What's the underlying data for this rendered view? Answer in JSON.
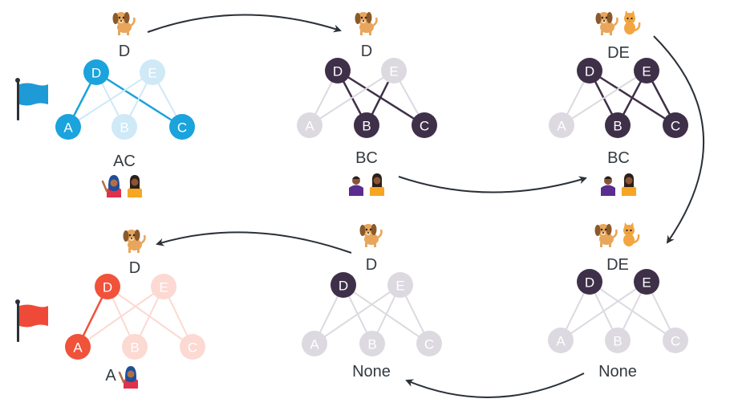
{
  "colors": {
    "blue": "#1aa3dc",
    "blue_light": "#cfe9f6",
    "dark": "#3f3049",
    "grey": "#ddd9e0",
    "red": "#f0523a",
    "red_light": "#fcd9d2",
    "arrow": "#2b3138",
    "flag_blue": "#1e9ad6",
    "flag_red": "#ef4a37"
  },
  "icons": [
    "dog-icon",
    "cat-icon",
    "people-icon",
    "flag-icon"
  ],
  "panels": [
    {
      "id": "p1",
      "top_label": "D",
      "top_icons": [
        "dog"
      ],
      "bottom_label": "AC",
      "bottom_icons": [
        "person-hijab",
        "person-woman"
      ],
      "flag": "blue",
      "nodes": {
        "D": "blue",
        "E": "blue_light",
        "A": "blue",
        "B": "blue_light",
        "C": "blue"
      },
      "edges": [
        [
          "D",
          "A",
          "blue"
        ],
        [
          "D",
          "C",
          "blue"
        ],
        [
          "D",
          "B",
          "blue_light"
        ],
        [
          "E",
          "A",
          "blue_light"
        ],
        [
          "E",
          "B",
          "blue_light"
        ],
        [
          "E",
          "C",
          "blue_light"
        ]
      ]
    },
    {
      "id": "p2",
      "top_label": "D",
      "top_icons": [
        "dog"
      ],
      "bottom_label": "BC",
      "bottom_icons": [
        "person-man",
        "person-woman"
      ],
      "nodes": {
        "D": "dark",
        "E": "grey",
        "A": "grey",
        "B": "dark",
        "C": "dark"
      },
      "edges": [
        [
          "D",
          "A",
          "grey"
        ],
        [
          "D",
          "B",
          "dark"
        ],
        [
          "D",
          "C",
          "dark"
        ],
        [
          "E",
          "A",
          "grey"
        ],
        [
          "E",
          "B",
          "dark"
        ],
        [
          "E",
          "C",
          "grey"
        ]
      ]
    },
    {
      "id": "p3",
      "top_label": "DE",
      "top_icons": [
        "dog",
        "cat"
      ],
      "bottom_label": "BC",
      "bottom_icons": [
        "person-man",
        "person-woman"
      ],
      "nodes": {
        "D": "dark",
        "E": "dark",
        "A": "grey",
        "B": "dark",
        "C": "dark"
      },
      "edges": [
        [
          "D",
          "A",
          "grey"
        ],
        [
          "D",
          "B",
          "dark"
        ],
        [
          "D",
          "C",
          "dark"
        ],
        [
          "E",
          "A",
          "grey"
        ],
        [
          "E",
          "B",
          "dark"
        ],
        [
          "E",
          "C",
          "dark"
        ]
      ]
    },
    {
      "id": "p4",
      "top_label": "D",
      "top_icons": [
        "dog"
      ],
      "bottom_label": "A",
      "bottom_icons": [
        "person-hijab"
      ],
      "flag": "red",
      "nodes": {
        "D": "red",
        "E": "red_light",
        "A": "red",
        "B": "red_light",
        "C": "red_light"
      },
      "edges": [
        [
          "D",
          "A",
          "red"
        ],
        [
          "D",
          "B",
          "red_light"
        ],
        [
          "D",
          "C",
          "red_light"
        ],
        [
          "E",
          "A",
          "red_light"
        ],
        [
          "E",
          "B",
          "red_light"
        ],
        [
          "E",
          "C",
          "red_light"
        ]
      ]
    },
    {
      "id": "p5",
      "top_label": "D",
      "top_icons": [
        "dog"
      ],
      "bottom_label": "None",
      "bottom_icons": [],
      "nodes": {
        "D": "dark",
        "E": "grey",
        "A": "grey",
        "B": "grey",
        "C": "grey"
      },
      "edges": [
        [
          "D",
          "A",
          "grey"
        ],
        [
          "D",
          "B",
          "grey"
        ],
        [
          "D",
          "C",
          "grey"
        ],
        [
          "E",
          "A",
          "grey"
        ],
        [
          "E",
          "B",
          "grey"
        ],
        [
          "E",
          "C",
          "grey"
        ]
      ]
    },
    {
      "id": "p6",
      "top_label": "DE",
      "top_icons": [
        "dog",
        "cat"
      ],
      "bottom_label": "None",
      "bottom_icons": [],
      "nodes": {
        "D": "dark",
        "E": "dark",
        "A": "grey",
        "B": "grey",
        "C": "grey"
      },
      "edges": [
        [
          "D",
          "A",
          "grey"
        ],
        [
          "D",
          "B",
          "grey"
        ],
        [
          "D",
          "C",
          "grey"
        ],
        [
          "E",
          "A",
          "grey"
        ],
        [
          "E",
          "B",
          "grey"
        ],
        [
          "E",
          "C",
          "grey"
        ]
      ]
    }
  ]
}
